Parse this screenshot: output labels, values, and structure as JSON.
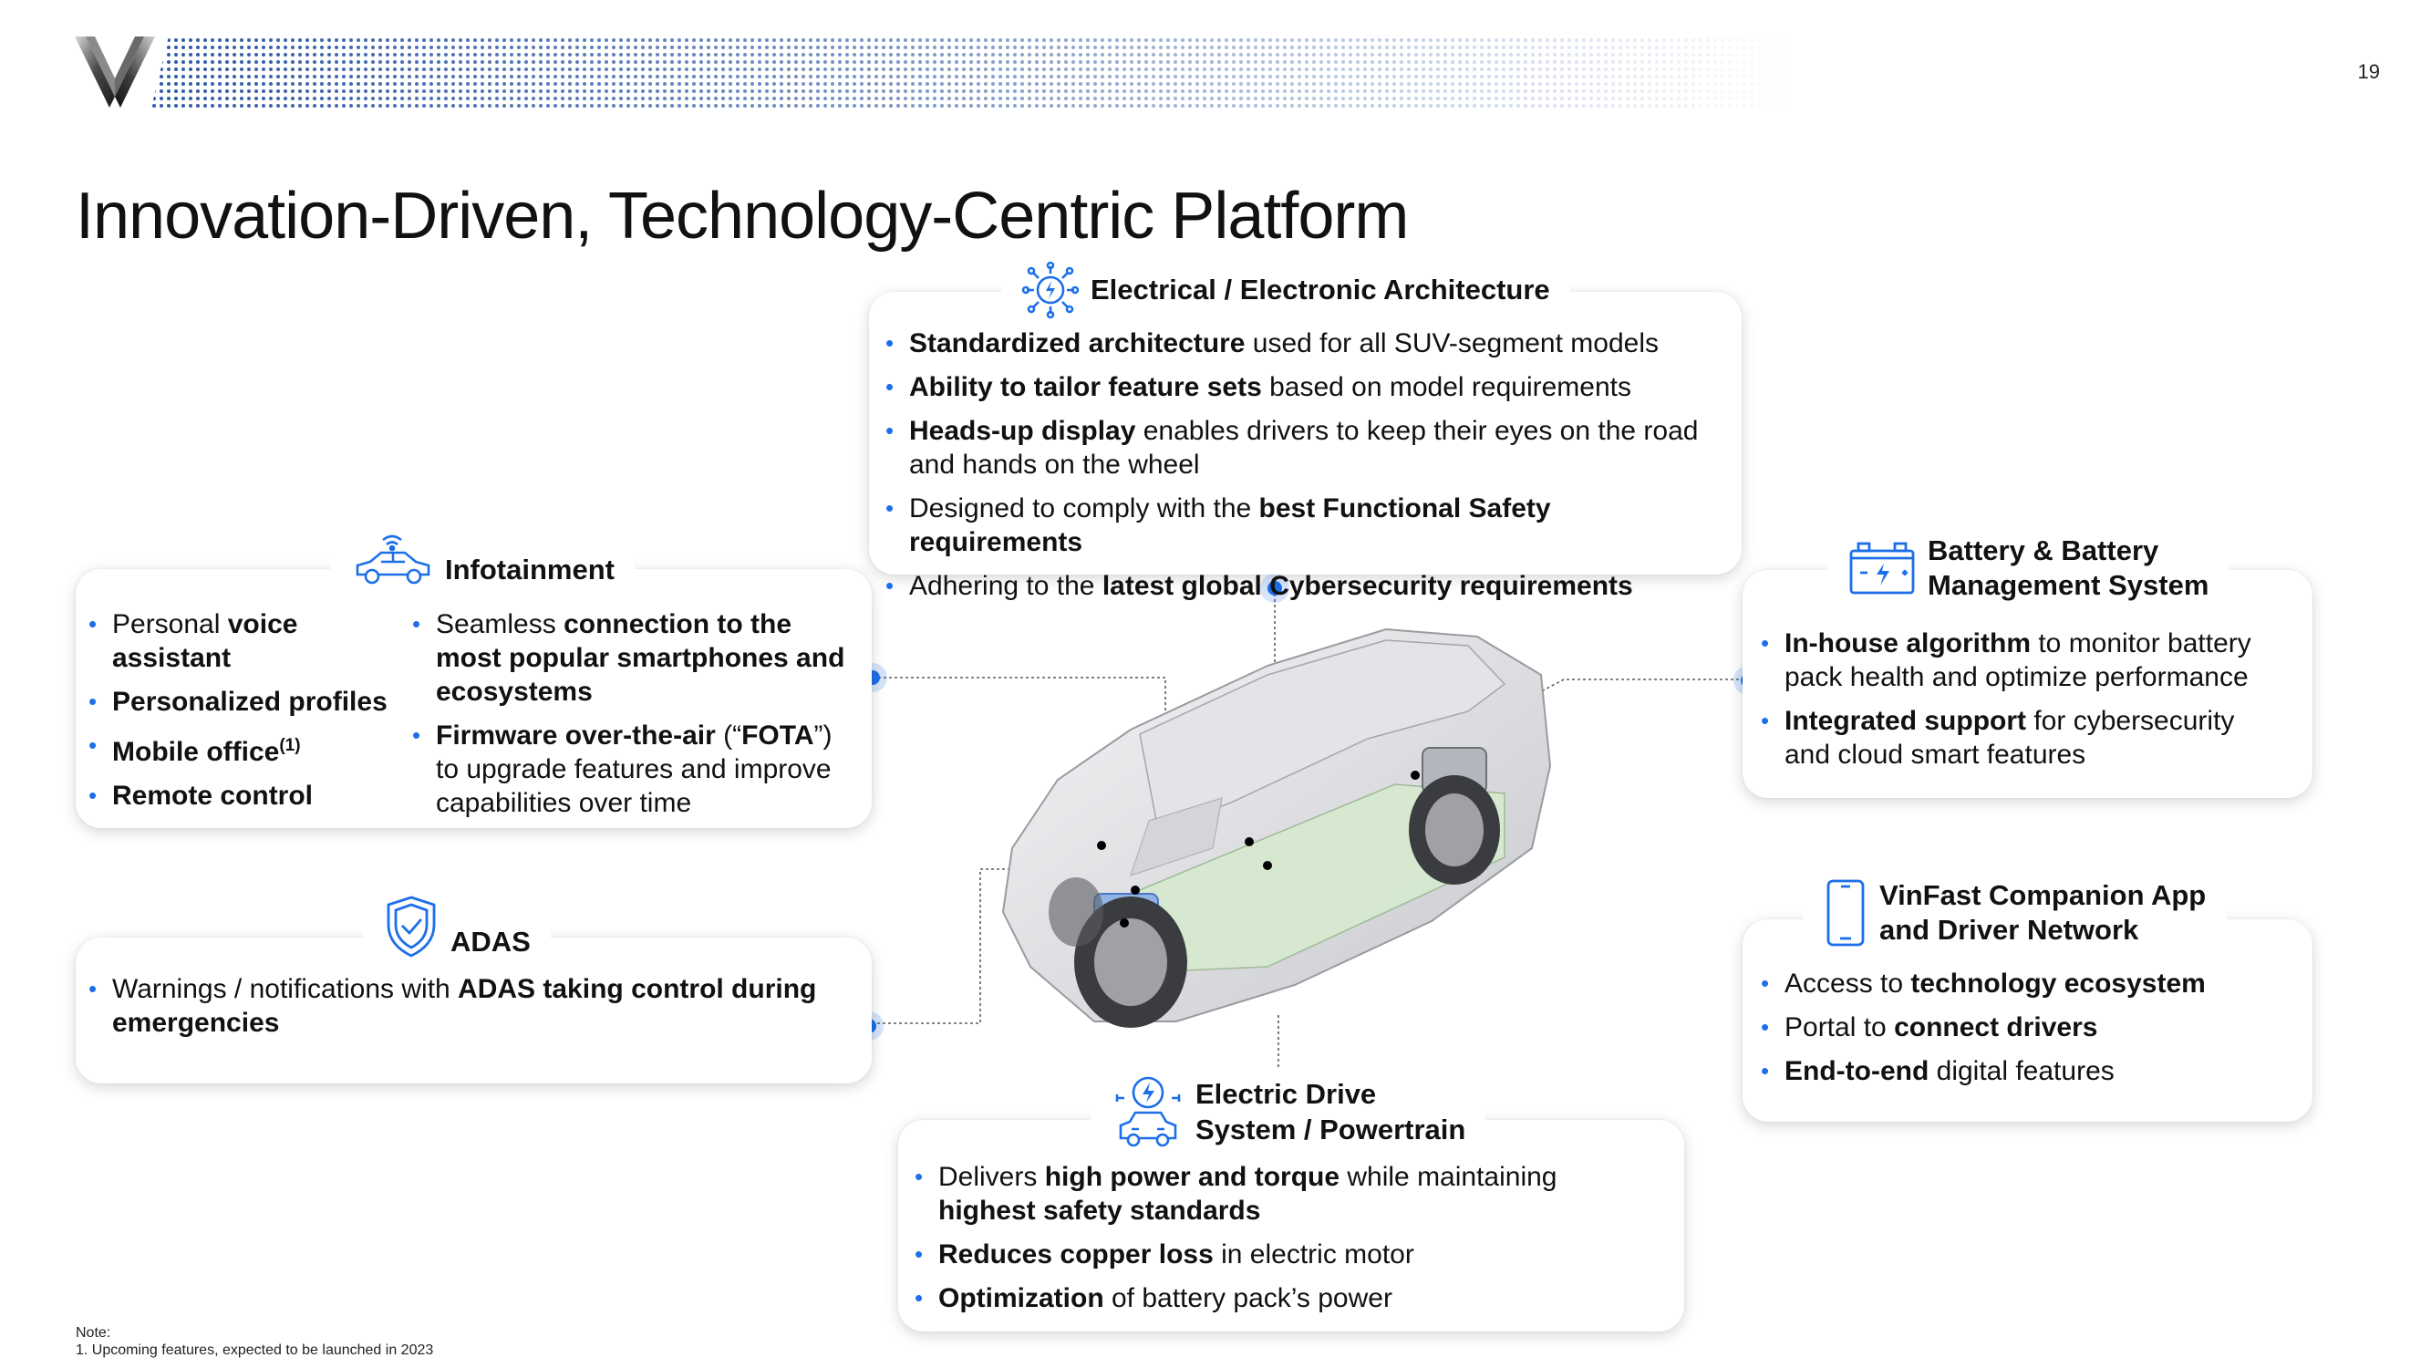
{
  "page_number": "19",
  "title": "Innovation-Driven, Technology-Centric Platform",
  "brand_color": "#1c6fe8",
  "eea": {
    "title": "Electrical / Electronic Architecture",
    "icon": "gear-bolt-icon",
    "items": [
      {
        "b1": "Standardized architecture",
        "t1": " used for all SUV-segment models"
      },
      {
        "b1": "Ability to tailor feature sets",
        "t1": " based on model requirements"
      },
      {
        "b1": "Heads-up display",
        "t1": " enables drivers to keep their eyes on the road and hands on the wheel"
      },
      {
        "t0": "Designed to comply with the ",
        "b1": "best Functional Safety requirements"
      },
      {
        "t0": "Adhering to the ",
        "b1": "latest global Cybersecurity requirements"
      }
    ]
  },
  "infotainment": {
    "title": "Infotainment",
    "icon": "connected-car-icon",
    "col1": [
      {
        "t0": "Personal ",
        "b1": "voice assistant"
      },
      {
        "b1": "Personalized profiles"
      },
      {
        "b1": "Mobile office",
        "sup": "(1)"
      },
      {
        "b1": "Remote control"
      }
    ],
    "col2": [
      {
        "t0": "Seamless ",
        "b1": "connection to the most popular smartphones and ecosystems"
      },
      {
        "b1": "Firmware over-the-air",
        "t1": " (“",
        "b2": "FOTA",
        "t2": "”) to upgrade features and improve capabilities over time"
      }
    ]
  },
  "adas": {
    "title": "ADAS",
    "icon": "shield-check-icon",
    "items": [
      {
        "t0": "Warnings / notifications with ",
        "b1": "ADAS taking control during emergencies"
      }
    ]
  },
  "battery": {
    "title_line1": "Battery & Battery",
    "title_line2": "Management System",
    "icon": "battery-icon",
    "items": [
      {
        "b1": "In-house algorithm",
        "t1": " to monitor battery pack health and optimize performance"
      },
      {
        "b1": "Integrated support",
        "t1": " for cybersecurity and cloud smart features"
      }
    ]
  },
  "app": {
    "title_line1": "VinFast Companion App",
    "title_line2": "and Driver Network",
    "icon": "smartphone-icon",
    "items": [
      {
        "t0": "Access to ",
        "b1": "technology ecosystem"
      },
      {
        "t0": "Portal to ",
        "b1": "connect drivers"
      },
      {
        "b1": "End-to-end",
        "t1": " digital features"
      }
    ]
  },
  "powertrain": {
    "title_line1": "Electric Drive",
    "title_line2": "System / Powertrain",
    "icon": "electric-car-icon",
    "items": [
      {
        "t0": "Delivers ",
        "b1": "high power and torque",
        "t1": " while maintaining ",
        "b2": "highest safety standards"
      },
      {
        "b1": "Reduces copper loss",
        "t1": " in electric motor"
      },
      {
        "b1": "Optimization",
        "t1": " of battery pack’s power"
      }
    ]
  },
  "note": {
    "label": "Note:",
    "line1": "1.  Upcoming features, expected to be launched in 2023"
  }
}
